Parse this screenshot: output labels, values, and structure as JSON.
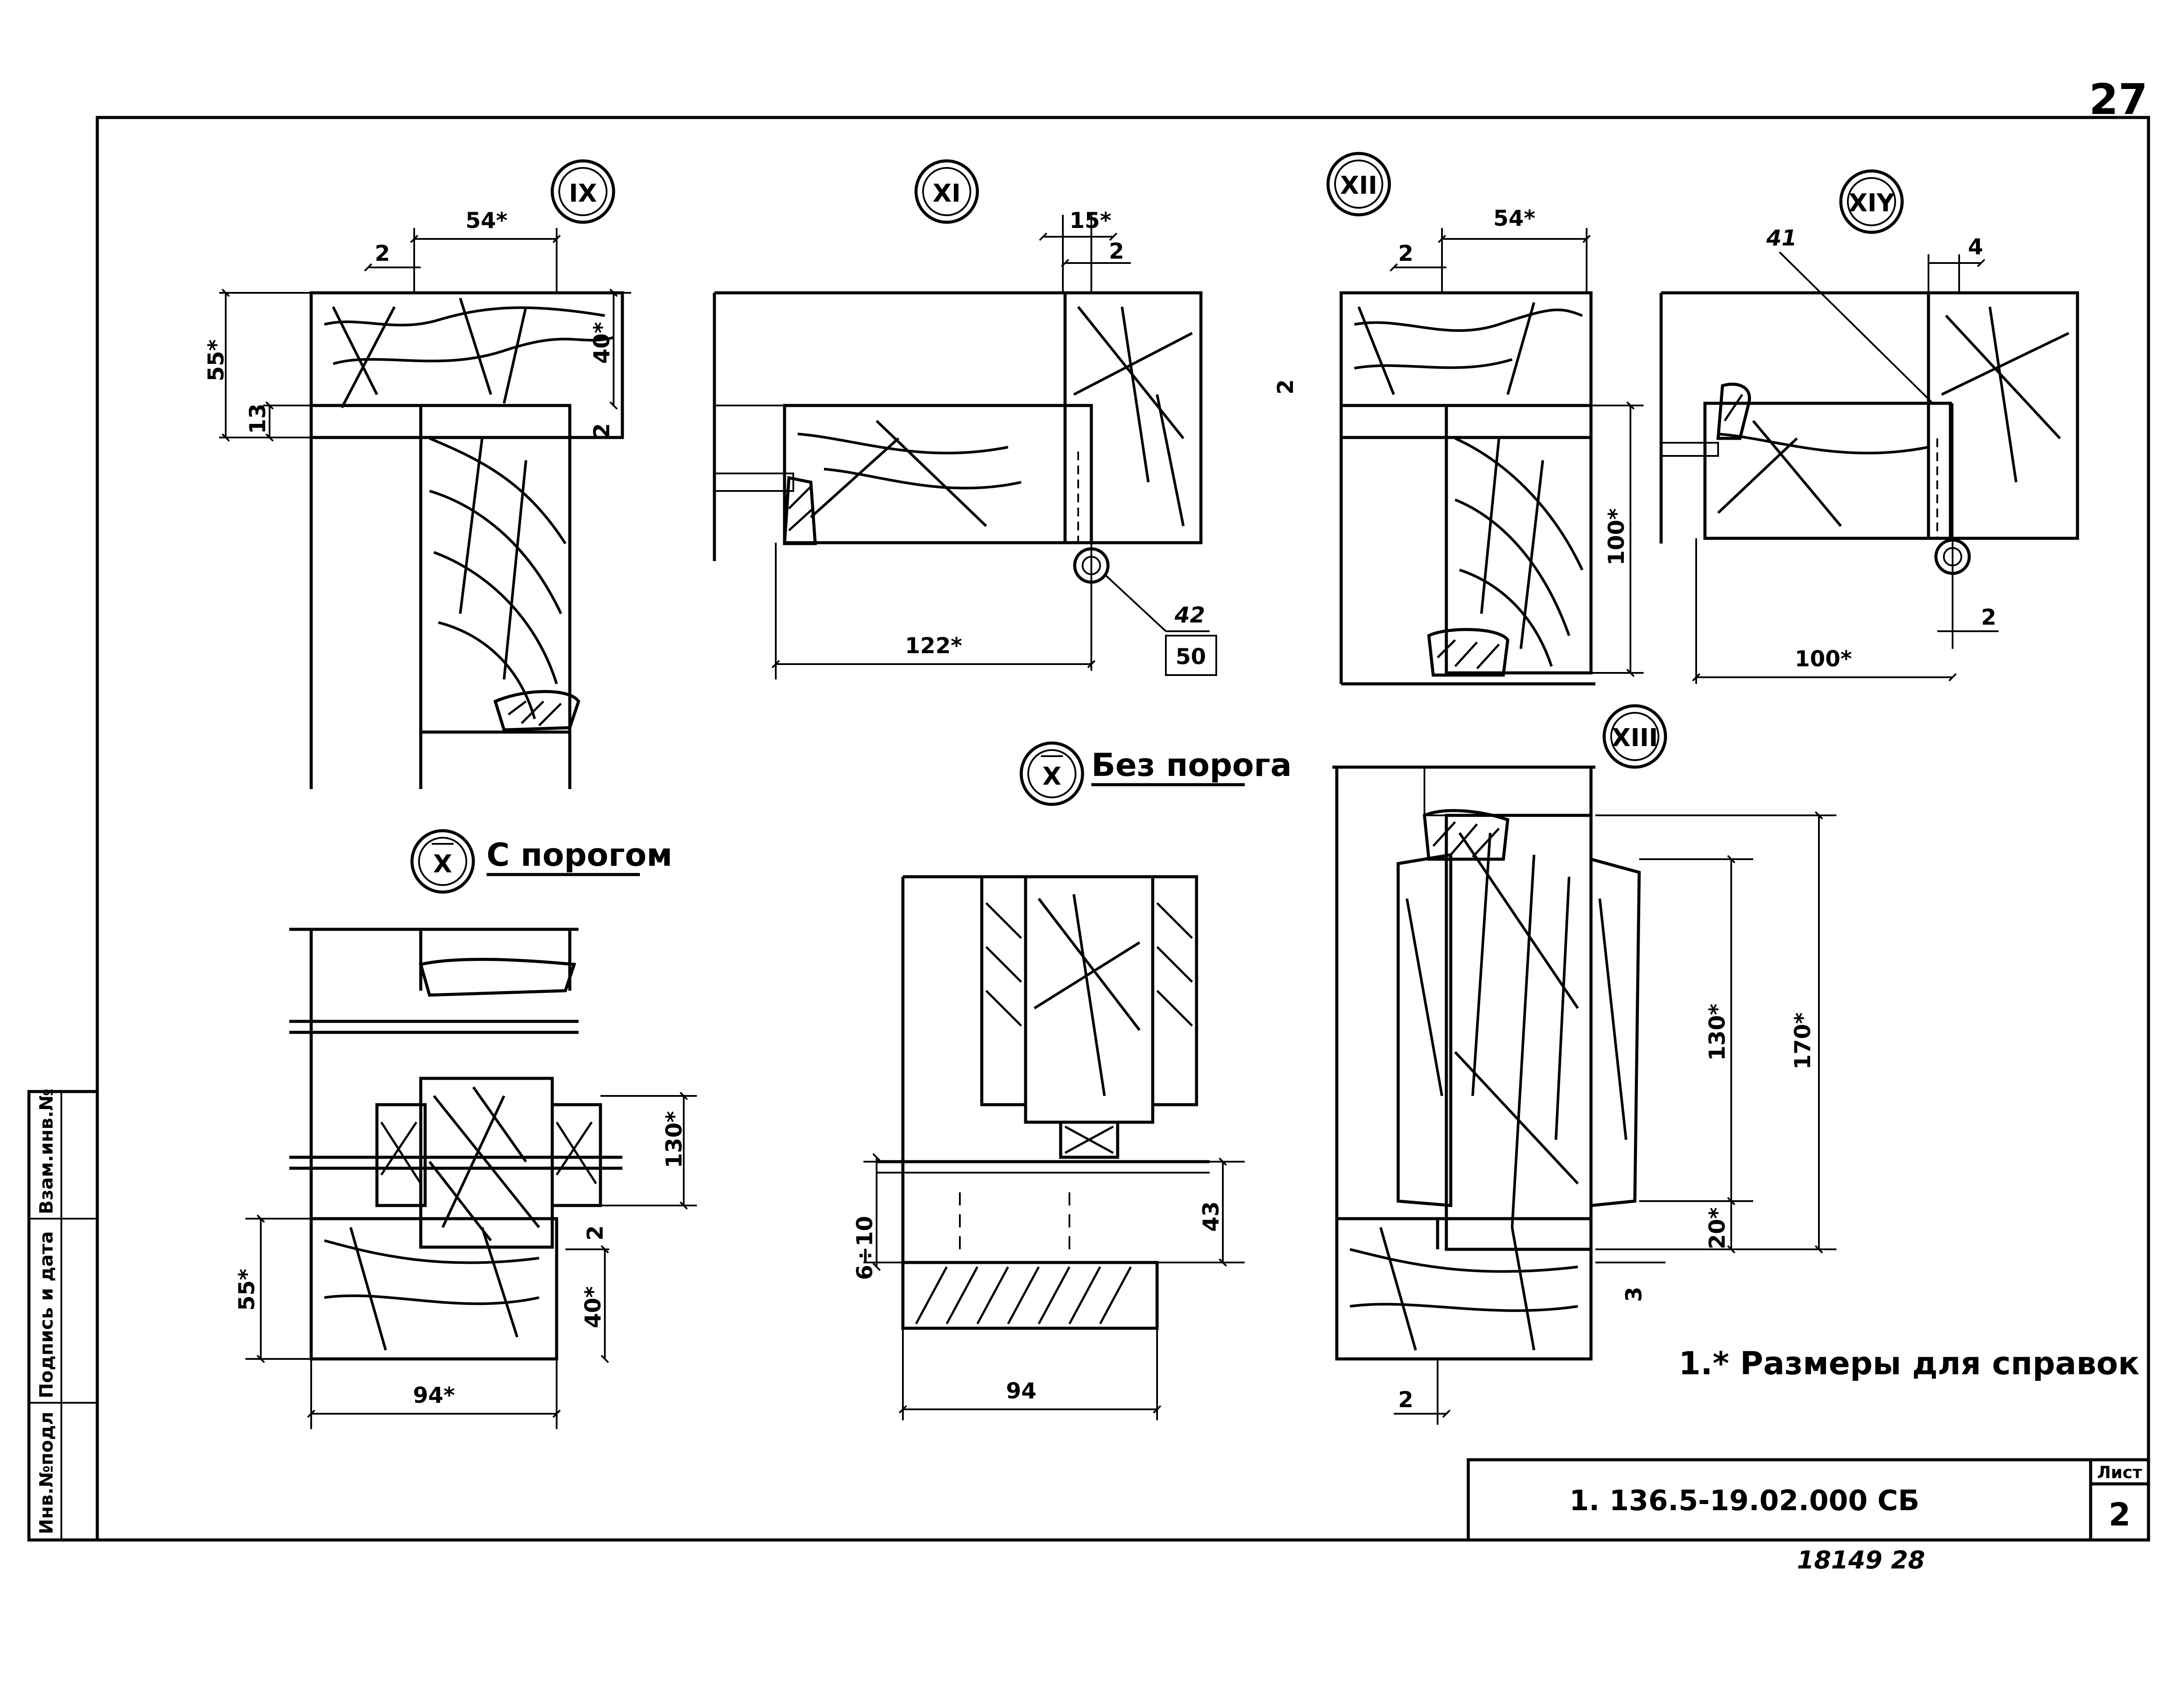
{
  "page_number": "27",
  "sheet_code": "1. 136.5-19.02.000 СБ",
  "sheet_label": "Лист",
  "sheet_no": "2",
  "bottom_note": "18149 28",
  "side_stamp": {
    "inv_podl": "Инв.№подл",
    "podpis_data": "Подпись и дата",
    "vzam_inv": "Взам.инв.№"
  },
  "footnote": "1.* Размеры для справок",
  "views": {
    "ix": {
      "mark": "IX",
      "dims": {
        "top": "54*",
        "gap": "2",
        "height": "55*",
        "right": "40*",
        "small": "13",
        "rgap": "2"
      }
    },
    "xi": {
      "mark": "XI",
      "dims": {
        "top": "15*",
        "gap": "2",
        "width": "122*",
        "pos": "42",
        "pos_box": "50"
      }
    },
    "xii": {
      "mark": "XII",
      "dims": {
        "top": "54*",
        "gap": "2",
        "lgap": "2",
        "height": "100*"
      }
    },
    "xiv": {
      "mark": "XIY",
      "dims": {
        "top": "4",
        "pos": "41",
        "width": "100*",
        "gap": "2"
      }
    },
    "x_threshold": {
      "mark": "X",
      "caption": "С порогом",
      "dims": {
        "h": "130*",
        "gap": "2",
        "left": "55*",
        "right": "40*",
        "width": "94*"
      }
    },
    "x_nothreshold": {
      "mark": "X",
      "caption": "Без порога",
      "dims": {
        "range": "6÷10",
        "h": "43",
        "width": "94"
      }
    },
    "xiii": {
      "mark": "XIII",
      "dims": {
        "h1": "130*",
        "h2": "170*",
        "h3": "20*",
        "gap": "3",
        "bottom": "2"
      }
    }
  }
}
